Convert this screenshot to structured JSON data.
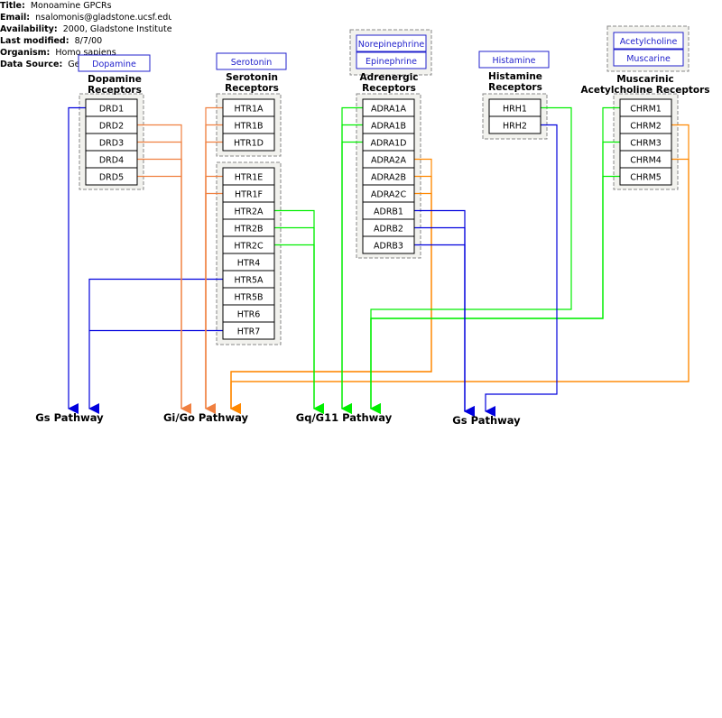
{
  "meta": [
    {
      "key": "Title:",
      "value": "Monoamine GPCRs"
    },
    {
      "key": "Email:",
      "value": "nsalomonis@gladstone.ucsf.edu"
    },
    {
      "key": "Availability:",
      "value": "2000, Gladstone Institute"
    },
    {
      "key": "Last modified:",
      "value": "8/7/00"
    },
    {
      "key": "Organism:",
      "value": "Homo sapiens"
    },
    {
      "key": "Data Source:",
      "value": "Ge"
    }
  ],
  "colors": {
    "gs": "#0000dd",
    "gi": "#f08040",
    "gi_arrow": "#ff8800",
    "gq": "#00ee00",
    "grouping": "#888888"
  },
  "ligands": {
    "dopamine": "Dopamine",
    "serotonin": "Serotonin",
    "norepinephrine": "Norepinephrine",
    "epinephrine": "Epinephrine",
    "histamine": "Histamine",
    "acetylcholine": "Acetylcholine",
    "muscarine": "Muscarine"
  },
  "families": {
    "dopamine": [
      "Dopamine",
      "Receptors"
    ],
    "serotonin": [
      "Serotonin",
      "Receptors"
    ],
    "adrenergic": [
      "Adrenergic",
      "Receptors"
    ],
    "histamine": [
      "Histamine",
      "Receptors"
    ],
    "muscarinic": [
      "Muscarinic",
      "Acetylcholine Receptors"
    ]
  },
  "genes": {
    "dopamine": [
      "DRD1",
      "DRD2",
      "DRD3",
      "DRD4",
      "DRD5"
    ],
    "serotonin_a": [
      "HTR1A",
      "HTR1B",
      "HTR1D"
    ],
    "serotonin_b": [
      "HTR1E",
      "HTR1F",
      "HTR2A",
      "HTR2B",
      "HTR2C",
      "HTR4",
      "HTR5A",
      "HTR5B",
      "HTR6",
      "HTR7"
    ],
    "adrenergic": [
      "ADRA1A",
      "ADRA1B",
      "ADRA1D",
      "ADRA2A",
      "ADRA2B",
      "ADRA2C",
      "ADRB1",
      "ADRB2",
      "ADRB3"
    ],
    "histamine": [
      "HRH1",
      "HRH2"
    ],
    "muscarinic": [
      "CHRM1",
      "CHRM2",
      "CHRM3",
      "CHRM4",
      "CHRM5"
    ]
  },
  "pathways": [
    "Gs Pathway",
    "Gi/Go Pathway",
    "Gq/G11 Pathway",
    "Gs Pathway"
  ]
}
